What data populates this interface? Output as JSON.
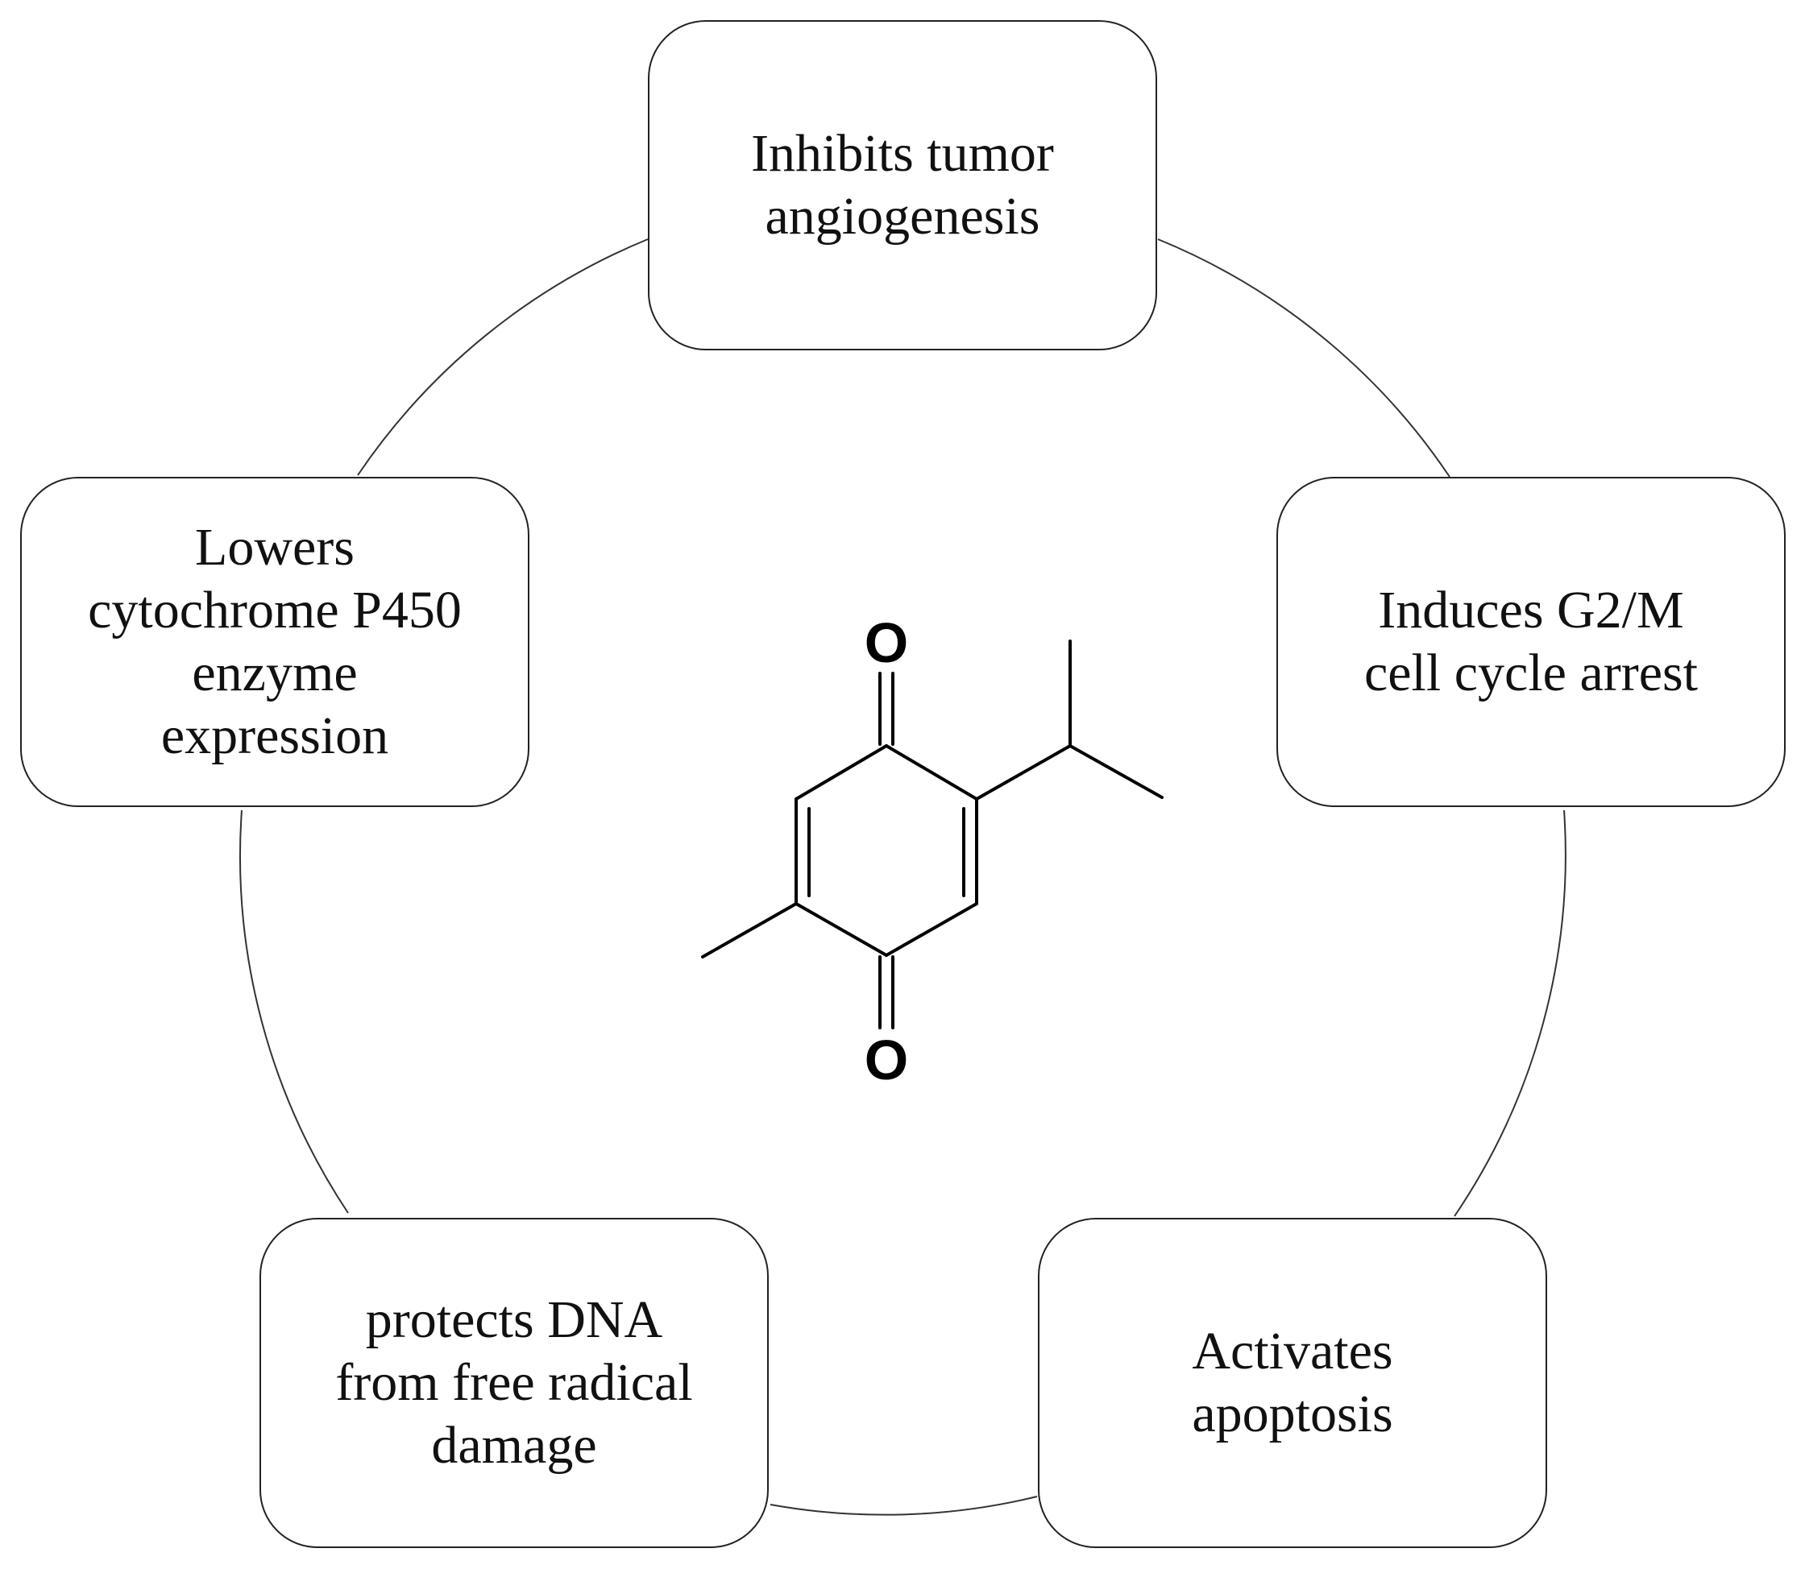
{
  "diagram": {
    "nodes": [
      {
        "id": "top",
        "label": "Inhibits tumor\nangiogenesis"
      },
      {
        "id": "right",
        "label": "Induces G2/M\ncell cycle arrest"
      },
      {
        "id": "bottom_right",
        "label": "Activates\napoptosis"
      },
      {
        "id": "bottom_left",
        "label": "protects DNA\nfrom free radical\ndamage"
      },
      {
        "id": "left",
        "label": "Lowers\ncytochrome P450\nenzyme\nexpression"
      }
    ],
    "molecule": {
      "atom_top": "O",
      "atom_bottom": "O"
    },
    "colors": {
      "line": "#222222",
      "text": "#111111",
      "background": "#ffffff"
    }
  }
}
